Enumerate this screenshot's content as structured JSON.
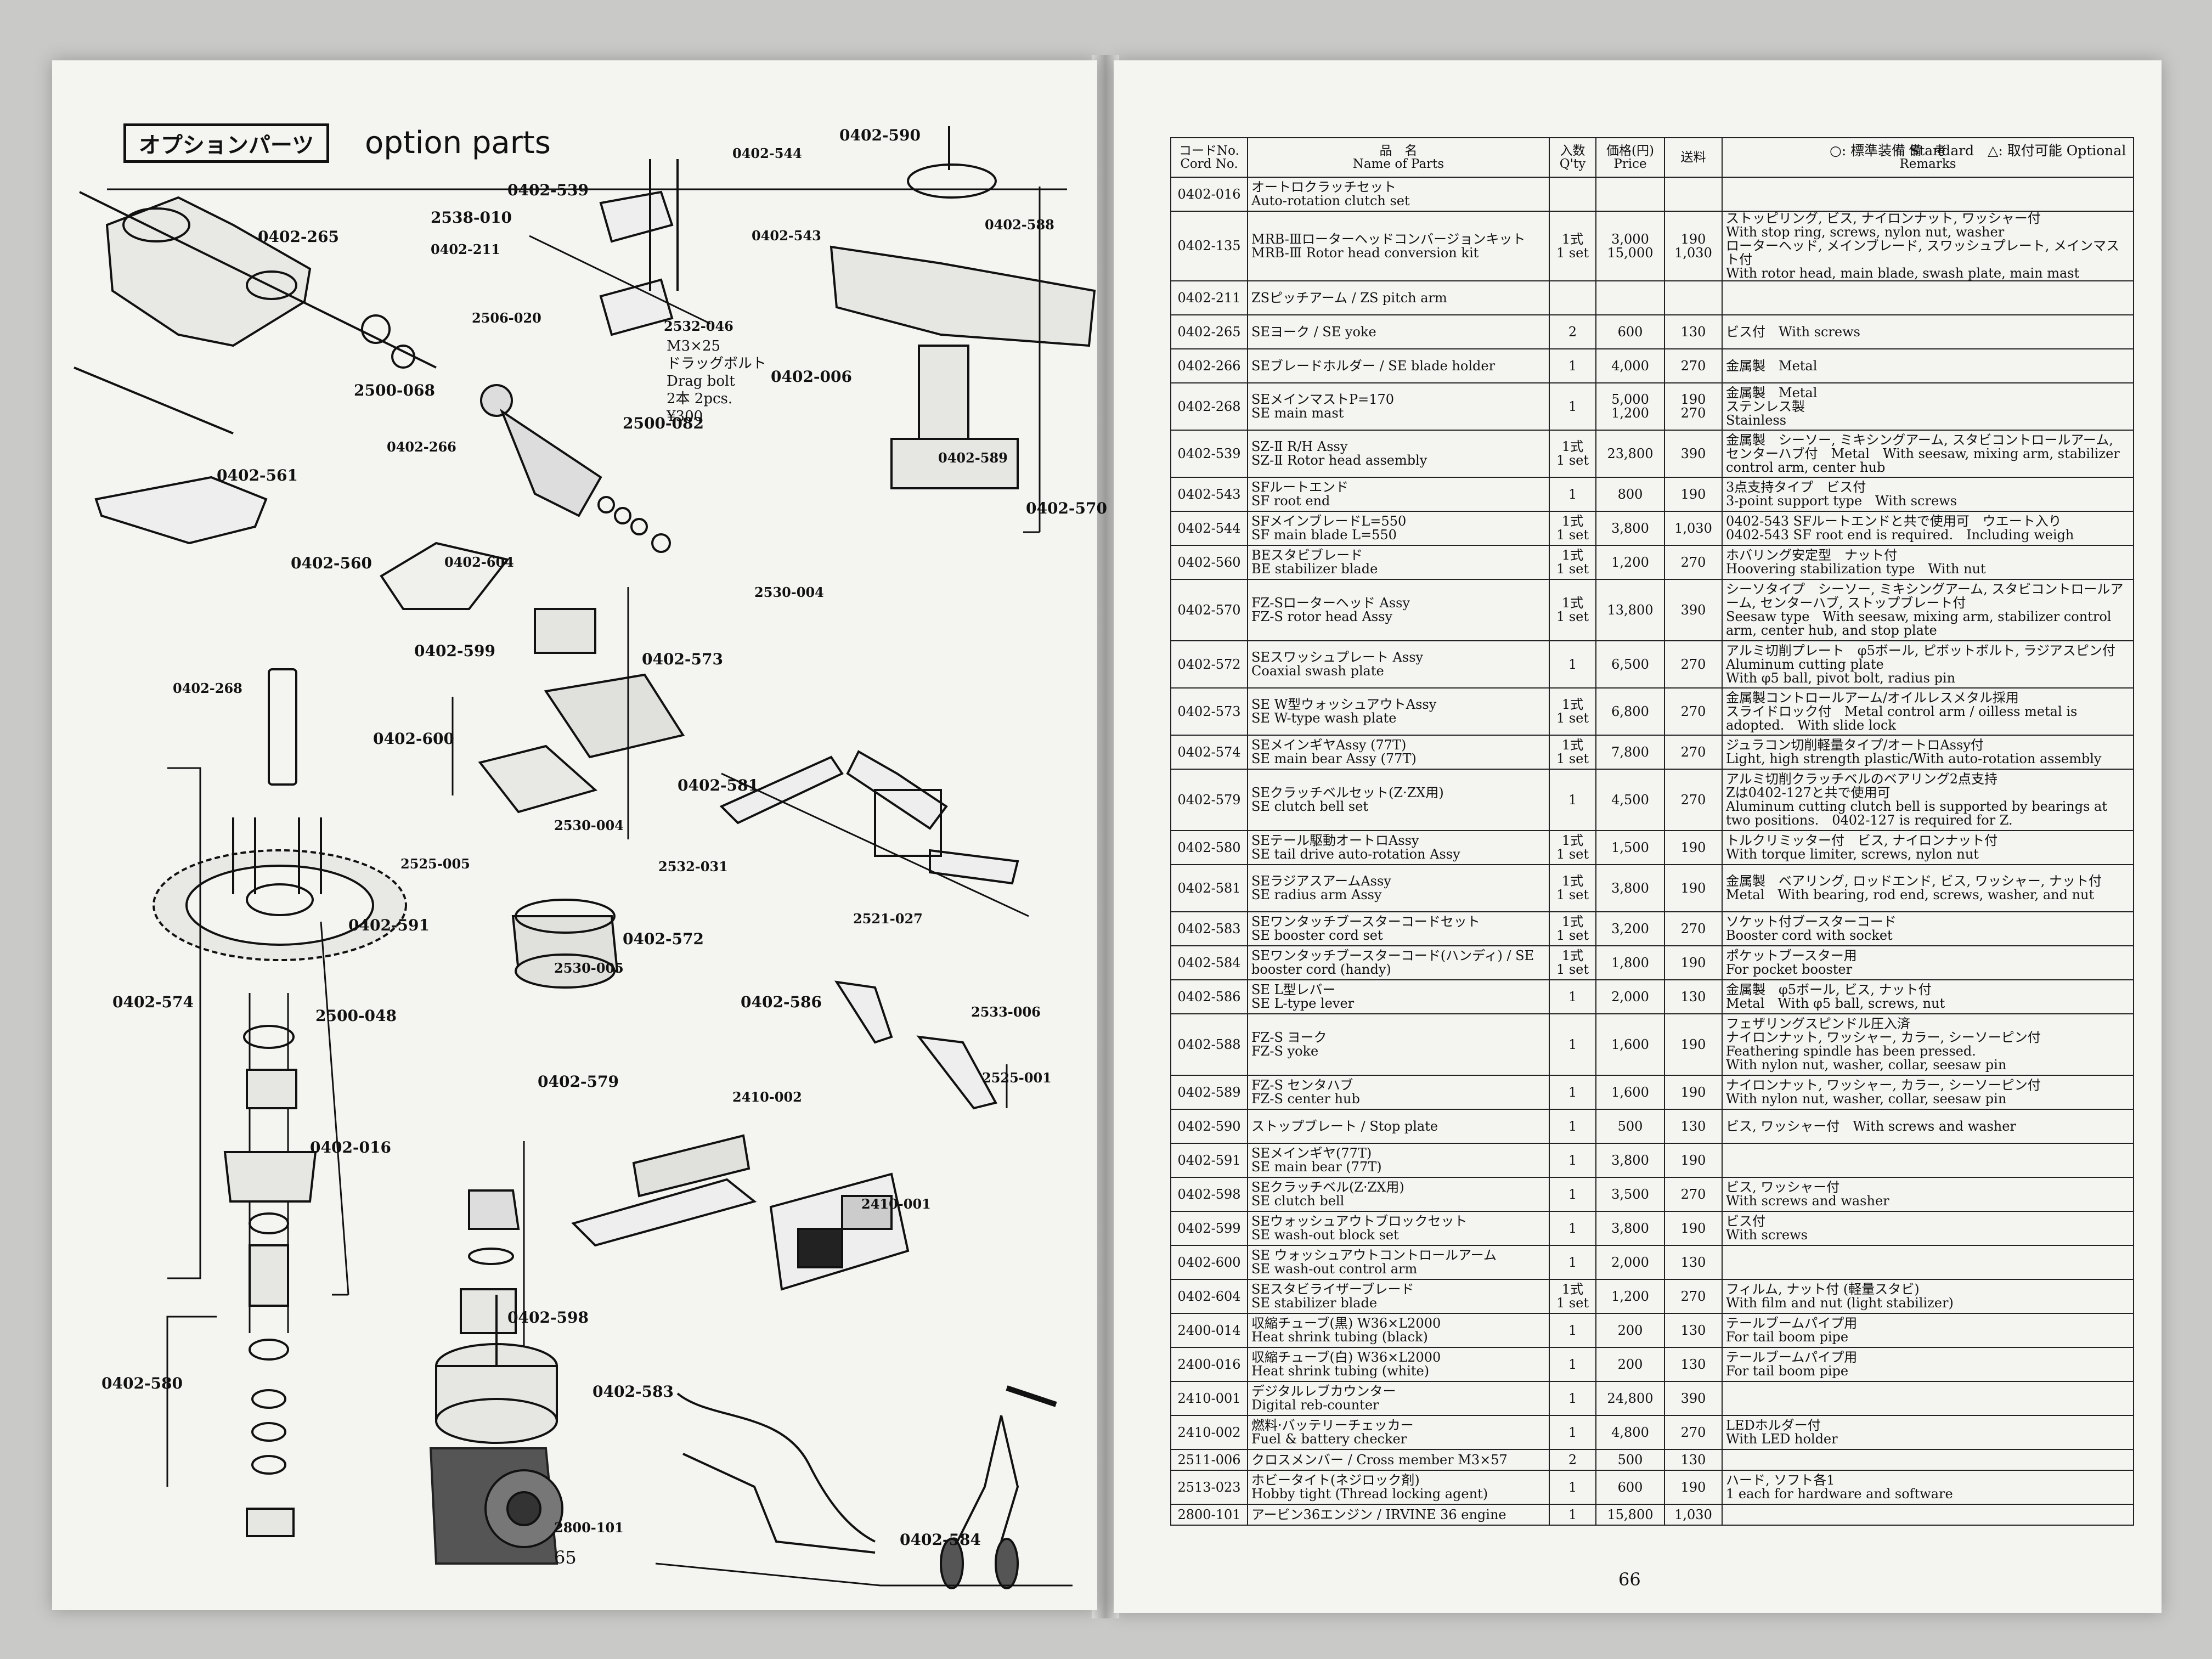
{
  "left_page": {
    "heading_jp": "オプションパーツ",
    "heading_en": "option parts",
    "page_number": "65",
    "callouts": [
      "0402-539",
      "0402-544",
      "0402-590",
      "0402-265",
      "2538-010",
      "0402-211",
      "0402-543",
      "0402-588",
      "2506-020",
      "2532-046",
      "2500-068",
      "0402-006",
      "2500-082",
      "0402-266",
      "0402-589",
      "0402-570",
      "0402-561",
      "0402-560",
      "0402-604",
      "2530-004",
      "0402-599",
      "0402-573",
      "0402-268",
      "0402-600",
      "0402-581",
      "2530-004",
      "2525-005",
      "2532-031",
      "0402-591",
      "0402-572",
      "2530-005",
      "2521-027",
      "0402-574",
      "0402-586",
      "2533-006",
      "2500-048",
      "2525-001",
      "0402-579",
      "2410-002",
      "0402-016",
      "2410-001",
      "0402-598",
      "0402-580",
      "0402-583",
      "2800-101",
      "0402-584"
    ],
    "drag_bolt_note": "M3×25\nドラッグボルト\nDrag bolt\n2本 2pcs.\n¥300"
  },
  "right_page": {
    "page_number": "66",
    "legend": "○: 標準装備 Standard　△: 取付可能 Optional",
    "headers": {
      "code": "コードNo.\nCord No.",
      "name": "品　名\nName of Parts",
      "qty": "入数\nQ'ty",
      "price": "価格(円)\nPrice",
      "shipping": "送料",
      "remarks": "備　考\nRemarks"
    },
    "rows": [
      {
        "code": "0402-016",
        "name": "オートロクラッチセット\nAuto-rotation clutch set",
        "qty": "",
        "price": "",
        "ship": "",
        "rem": "",
        "h": 1
      },
      {
        "code": "0402-135",
        "name": "MRB-Ⅲローターヘッドコンバージョンキット\nMRB-Ⅲ Rotor head conversion kit",
        "qty": "1式\n1 set",
        "price": "3,000\n15,000",
        "ship": "190\n1,030",
        "rem": "ストッピリング, ビス, ナイロンナット, ワッシャー付\nWith stop ring, screws, nylon nut, washer\nローターヘッド, メインブレード, スワッシュプレート, メインマスト付\nWith rotor head, main blade, swash plate, main mast",
        "h": 2
      },
      {
        "code": "0402-211",
        "name": "ZSピッチアーム / ZS pitch arm",
        "qty": "",
        "price": "",
        "ship": "",
        "rem": "",
        "h": 1
      },
      {
        "code": "0402-265",
        "name": "SEヨーク / SE yoke",
        "qty": "2",
        "price": "600",
        "ship": "130",
        "rem": "ビス付　With screws",
        "h": 1
      },
      {
        "code": "0402-266",
        "name": "SEブレードホルダー / SE blade holder",
        "qty": "1",
        "price": "4,000",
        "ship": "270",
        "rem": "金属製　Metal",
        "h": 1
      },
      {
        "code": "0402-268",
        "name": "SEメインマストP=170\nSE main mast",
        "qty": "1",
        "price": "5,000\n1,200",
        "ship": "190\n270",
        "rem": "金属製　Metal\nステンレス製\nStainless",
        "h": 2
      },
      {
        "code": "0402-539",
        "name": "SZ-Ⅱ R/H Assy\nSZ-Ⅱ Rotor head assembly",
        "qty": "1式\n1 set",
        "price": "23,800",
        "ship": "390",
        "rem": "金属製　シーソー, ミキシングアーム, スタビコントロールアーム, センターハブ付　Metal　With seesaw, mixing arm, stabilizer control arm, center hub",
        "h": 2
      },
      {
        "code": "0402-543",
        "name": "SFルートエンド\nSF root end",
        "qty": "1",
        "price": "800",
        "ship": "190",
        "rem": "3点支持タイプ　ビス付\n3-point support type　With screws",
        "h": 1
      },
      {
        "code": "0402-544",
        "name": "SFメインブレードL=550\nSF main blade L=550",
        "qty": "1式\n1 set",
        "price": "3,800",
        "ship": "1,030",
        "rem": "0402-543 SFルートエンドと共で使用可　ウエート入り\n0402-543 SF root end is required.　Including weigh",
        "h": 1
      },
      {
        "code": "0402-560",
        "name": "BEスタビブレード\nBE stabilizer blade",
        "qty": "1式\n1 set",
        "price": "1,200",
        "ship": "270",
        "rem": "ホバリング安定型　ナット付\nHoovering stabilization type　With nut",
        "h": 1
      },
      {
        "code": "0402-570",
        "name": "FZ-Sローターヘッド Assy\nFZ-S rotor head Assy",
        "qty": "1式\n1 set",
        "price": "13,800",
        "ship": "390",
        "rem": "シーソタイプ　シーソー, ミキシングアーム, スタビコントロールアーム, センターハブ, ストップブレート付\nSeesaw type　With seesaw, mixing arm, stabilizer control arm, center hub, and stop plate",
        "h": 3
      },
      {
        "code": "0402-572",
        "name": "SEスワッシュプレート Assy\nCoaxial swash plate",
        "qty": "1",
        "price": "6,500",
        "ship": "270",
        "rem": "アルミ切削プレート　φ5ボール, ピボットボルト, ラジアスピン付　Aluminum cutting plate\nWith φ5 ball, pivot bolt, radius pin",
        "h": 2
      },
      {
        "code": "0402-573",
        "name": "SE W型ウォッシュアウトAssy\nSE W-type wash plate",
        "qty": "1式\n1 set",
        "price": "6,800",
        "ship": "270",
        "rem": "金属製コントロールアーム/オイルレスメタル採用\nスライドロック付　Metal control arm / oilless metal is adopted.　With slide lock",
        "h": 2
      },
      {
        "code": "0402-574",
        "name": "SEメインギヤAssy (77T)\nSE main bear Assy (77T)",
        "qty": "1式\n1 set",
        "price": "7,800",
        "ship": "270",
        "rem": "ジュラコン切削軽量タイプ/オートロAssy付\nLight, high strength plastic/With auto-rotation assembly",
        "h": 1
      },
      {
        "code": "0402-579",
        "name": "SEクラッチベルセット(Z·ZX用)\nSE clutch bell set",
        "qty": "1",
        "price": "4,500",
        "ship": "270",
        "rem": "アルミ切削クラッチベルのベアリング2点支持\nZは0402-127と共で使用可\nAluminum cutting clutch bell is supported by bearings at two positions.　0402-127 is required for Z.",
        "h": 3
      },
      {
        "code": "0402-580",
        "name": "SEテール駆動オートロAssy\nSE tail drive auto-rotation Assy",
        "qty": "1式\n1 set",
        "price": "1,500",
        "ship": "190",
        "rem": "トルクリミッター付　ビス, ナイロンナット付\nWith torque limiter, screws, nylon nut",
        "h": 1
      },
      {
        "code": "0402-581",
        "name": "SEラジアスアームAssy\nSE radius arm Assy",
        "qty": "1式\n1 set",
        "price": "3,800",
        "ship": "190",
        "rem": "金属製　ベアリング, ロッドエンド, ビス, ワッシャー, ナット付\nMetal　With bearing, rod end, screws, washer, and nut",
        "h": 2
      },
      {
        "code": "0402-583",
        "name": "SEワンタッチブースターコードセット\nSE booster cord set",
        "qty": "1式\n1 set",
        "price": "3,200",
        "ship": "270",
        "rem": "ソケット付ブースターコード\nBooster cord with socket",
        "h": 1
      },
      {
        "code": "0402-584",
        "name": "SEワンタッチブースターコード(ハンディ) / SE booster cord (handy)",
        "qty": "1式\n1 set",
        "price": "1,800",
        "ship": "190",
        "rem": "ポケットブースター用\nFor pocket booster",
        "h": 1
      },
      {
        "code": "0402-586",
        "name": "SE L型レバー\nSE L-type lever",
        "qty": "1",
        "price": "2,000",
        "ship": "130",
        "rem": "金属製　φ5ボール, ビス, ナット付\nMetal　With φ5 ball, screws, nut",
        "h": 1
      },
      {
        "code": "0402-588",
        "name": "FZ-S ヨーク\nFZ-S yoke",
        "qty": "1",
        "price": "1,600",
        "ship": "190",
        "rem": "フェザリングスピンドル圧入済\nナイロンナット, ワッシャー, カラー, シーソーピン付\nFeathering spindle has been pressed.\nWith nylon nut, washer, collar, seesaw pin",
        "h": 3
      },
      {
        "code": "0402-589",
        "name": "FZ-S センタハブ\nFZ-S center hub",
        "qty": "1",
        "price": "1,600",
        "ship": "190",
        "rem": "ナイロンナット, ワッシャー, カラー, シーソーピン付\nWith nylon nut, washer, collar, seesaw pin",
        "h": 1
      },
      {
        "code": "0402-590",
        "name": "ストップブレート / Stop plate",
        "qty": "1",
        "price": "500",
        "ship": "130",
        "rem": "ビス, ワッシャー付　With screws and washer",
        "h": 1
      },
      {
        "code": "0402-591",
        "name": "SEメインギヤ(77T)\nSE main bear (77T)",
        "qty": "1",
        "price": "3,800",
        "ship": "190",
        "rem": "",
        "h": 1
      },
      {
        "code": "0402-598",
        "name": "SEクラッチベル(Z·ZX用)\nSE clutch bell",
        "qty": "1",
        "price": "3,500",
        "ship": "270",
        "rem": "ビス, ワッシャー付\nWith screws and washer",
        "h": 1
      },
      {
        "code": "0402-599",
        "name": "SEウォッシュアウトブロックセット\nSE wash-out block set",
        "qty": "1",
        "price": "3,800",
        "ship": "190",
        "rem": "ビス付\nWith screws",
        "h": 1
      },
      {
        "code": "0402-600",
        "name": "SE ウォッシュアウトコントロールアーム\nSE wash-out control arm",
        "qty": "1",
        "price": "2,000",
        "ship": "130",
        "rem": "",
        "h": 1
      },
      {
        "code": "0402-604",
        "name": "SEスタビライザーブレード\nSE stabilizer blade",
        "qty": "1式\n1 set",
        "price": "1,200",
        "ship": "270",
        "rem": "フィルム, ナット付 (軽量スタビ)\nWith film and nut (light stabilizer)",
        "h": 1
      },
      {
        "code": "2400-014",
        "name": "収縮チューブ(黒) W36×L2000\nHeat shrink tubing (black)",
        "qty": "1",
        "price": "200",
        "ship": "130",
        "rem": "テールブームパイプ用\nFor tail boom pipe",
        "h": 1
      },
      {
        "code": "2400-016",
        "name": "収縮チューブ(白) W36×L2000\nHeat shrink tubing (white)",
        "qty": "1",
        "price": "200",
        "ship": "130",
        "rem": "テールブームパイプ用\nFor tail boom pipe",
        "h": 1
      },
      {
        "code": "2410-001",
        "name": "デジタルレブカウンター\nDigital reb-counter",
        "qty": "1",
        "price": "24,800",
        "ship": "390",
        "rem": "",
        "h": 1
      },
      {
        "code": "2410-002",
        "name": "燃料·バッテリーチェッカー\nFuel & battery checker",
        "qty": "1",
        "price": "4,800",
        "ship": "270",
        "rem": "LEDホルダー付\nWith LED holder",
        "h": 1
      },
      {
        "code": "2511-006",
        "name": "クロスメンバー / Cross member M3×57",
        "qty": "2",
        "price": "500",
        "ship": "130",
        "rem": "",
        "h": 0
      },
      {
        "code": "2513-023",
        "name": "ホビータイト(ネジロック剤)\nHobby tight (Thread locking agent)",
        "qty": "1",
        "price": "600",
        "ship": "190",
        "rem": "ハード, ソフト各1\n1 each for hardware and software",
        "h": 1
      },
      {
        "code": "2800-101",
        "name": "アービン36エンジン / IRVINE 36 engine",
        "qty": "1",
        "price": "15,800",
        "ship": "1,030",
        "rem": "",
        "h": 0
      }
    ]
  }
}
